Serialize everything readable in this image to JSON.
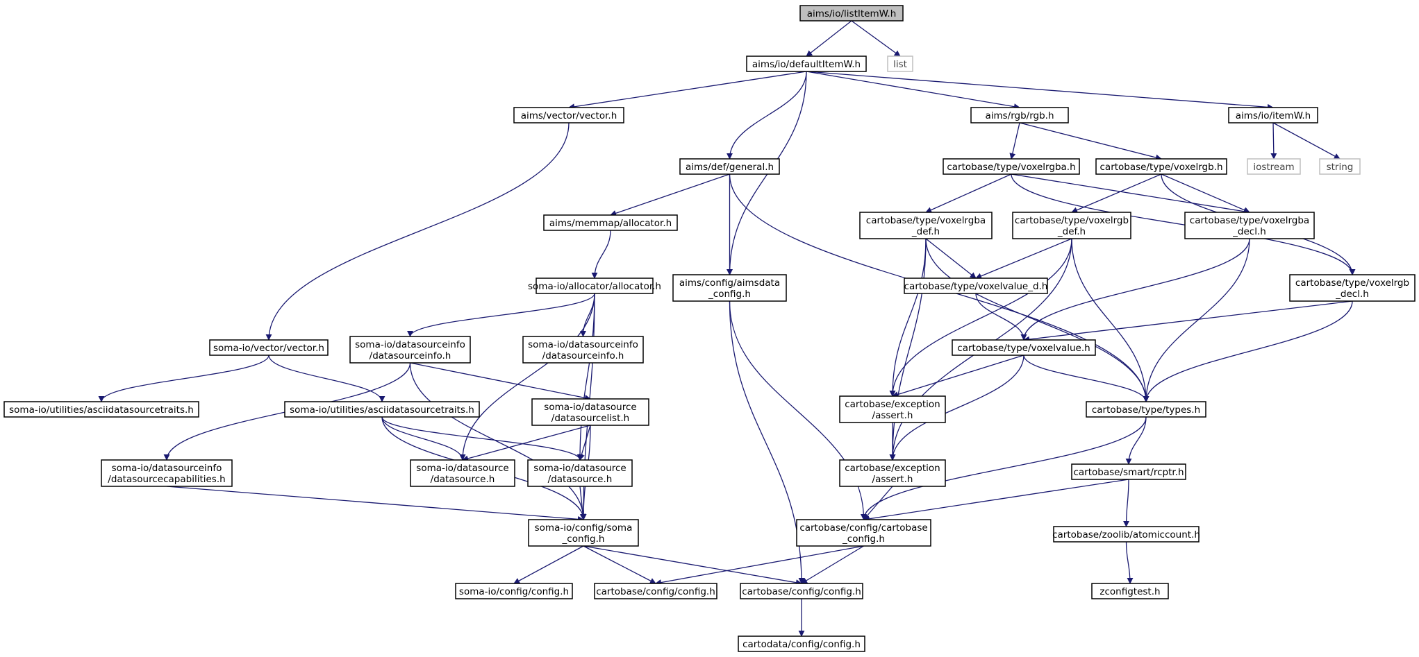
{
  "colors": {
    "edge": "#191970",
    "root_fill": "#bfbfbf",
    "node_border": "#000000",
    "external_border": "#bfbfbf",
    "background": "#ffffff"
  },
  "nodes": [
    {
      "id": "n0",
      "kind": "root",
      "lines": [
        "aims/io/listItemW.h"
      ]
    },
    {
      "id": "n1",
      "kind": "normal",
      "lines": [
        "aims/io/defaultItemW.h"
      ]
    },
    {
      "id": "n2",
      "kind": "ext",
      "lines": [
        "list"
      ]
    },
    {
      "id": "n3",
      "kind": "normal",
      "lines": [
        "aims/vector/vector.h"
      ]
    },
    {
      "id": "n4",
      "kind": "normal",
      "lines": [
        "aims/rgb/rgb.h"
      ]
    },
    {
      "id": "n5",
      "kind": "normal",
      "lines": [
        "aims/io/itemW.h"
      ]
    },
    {
      "id": "n6",
      "kind": "ext",
      "lines": [
        "iostream"
      ]
    },
    {
      "id": "n7",
      "kind": "ext",
      "lines": [
        "string"
      ]
    },
    {
      "id": "n8",
      "kind": "normal",
      "lines": [
        "aims/def/general.h"
      ]
    },
    {
      "id": "n9",
      "kind": "normal",
      "lines": [
        "cartobase/type/voxelrgba.h"
      ]
    },
    {
      "id": "n10",
      "kind": "normal",
      "lines": [
        "cartobase/type/voxelrgb.h"
      ]
    },
    {
      "id": "n11",
      "kind": "normal",
      "lines": [
        "aims/memmap/allocator.h"
      ]
    },
    {
      "id": "n12",
      "kind": "normal",
      "lines": [
        "cartobase/type/voxelrgba",
        "_def.h"
      ]
    },
    {
      "id": "n13",
      "kind": "normal",
      "lines": [
        "cartobase/type/voxelrgb",
        "_def.h"
      ]
    },
    {
      "id": "n14",
      "kind": "normal",
      "lines": [
        "cartobase/type/voxelrgba",
        "_decl.h"
      ]
    },
    {
      "id": "n15",
      "kind": "normal",
      "lines": [
        "soma-io/allocator/allocator.h"
      ]
    },
    {
      "id": "n16",
      "kind": "normal",
      "lines": [
        "aims/config/aimsdata",
        "_config.h"
      ]
    },
    {
      "id": "n17",
      "kind": "normal",
      "lines": [
        "cartobase/type/voxelvalue_d.h"
      ]
    },
    {
      "id": "n18",
      "kind": "normal",
      "lines": [
        "cartobase/type/voxelrgb",
        "_decl.h"
      ]
    },
    {
      "id": "n19",
      "kind": "normal",
      "lines": [
        "soma-io/vector/vector.h"
      ]
    },
    {
      "id": "n20",
      "kind": "normal",
      "lines": [
        "soma-io/datasourceinfo",
        "/datasourceinfo.h"
      ]
    },
    {
      "id": "n21",
      "kind": "normal",
      "lines": [
        "soma-io/datasourceinfo",
        "/datasourceinfo.h"
      ]
    },
    {
      "id": "n22",
      "kind": "normal",
      "lines": [
        "cartobase/type/voxelvalue.h"
      ]
    },
    {
      "id": "n23",
      "kind": "normal",
      "lines": [
        "soma-io/utilities/asciidatasourcetraits.h"
      ]
    },
    {
      "id": "n24",
      "kind": "normal",
      "lines": [
        "soma-io/utilities/asciidatasourcetraits.h"
      ]
    },
    {
      "id": "n25",
      "kind": "normal",
      "lines": [
        "soma-io/datasource",
        "/datasourcelist.h"
      ]
    },
    {
      "id": "n26",
      "kind": "normal",
      "lines": [
        "cartobase/exception",
        "/assert.h"
      ]
    },
    {
      "id": "n27",
      "kind": "normal",
      "lines": [
        "cartobase/type/types.h"
      ]
    },
    {
      "id": "n28",
      "kind": "normal",
      "lines": [
        "soma-io/datasourceinfo",
        "/datasourcecapabilities.h"
      ]
    },
    {
      "id": "n29",
      "kind": "normal",
      "lines": [
        "soma-io/datasource",
        "/datasource.h"
      ]
    },
    {
      "id": "n30",
      "kind": "normal",
      "lines": [
        "soma-io/datasource",
        "/datasource.h"
      ]
    },
    {
      "id": "n31",
      "kind": "normal",
      "lines": [
        "cartobase/exception",
        "/assert.h"
      ]
    },
    {
      "id": "n32",
      "kind": "normal",
      "lines": [
        "cartobase/smart/rcptr.h"
      ]
    },
    {
      "id": "n33",
      "kind": "normal",
      "lines": [
        "soma-io/config/soma",
        "_config.h"
      ]
    },
    {
      "id": "n34",
      "kind": "normal",
      "lines": [
        "cartobase/config/cartobase",
        "_config.h"
      ]
    },
    {
      "id": "n35",
      "kind": "normal",
      "lines": [
        "cartobase/zoolib/atomiccount.h"
      ]
    },
    {
      "id": "n36",
      "kind": "normal",
      "lines": [
        "soma-io/config/config.h"
      ]
    },
    {
      "id": "n37",
      "kind": "normal",
      "lines": [
        "cartobase/config/config.h"
      ]
    },
    {
      "id": "n38",
      "kind": "normal",
      "lines": [
        "cartobase/config/config.h"
      ]
    },
    {
      "id": "n39",
      "kind": "normal",
      "lines": [
        "zconfigtest.h"
      ]
    },
    {
      "id": "n40",
      "kind": "normal",
      "lines": [
        "cartodata/config/config.h"
      ]
    }
  ],
  "edges": [
    [
      "n0",
      "n1"
    ],
    [
      "n0",
      "n2"
    ],
    [
      "n1",
      "n3"
    ],
    [
      "n1",
      "n8"
    ],
    [
      "n1",
      "n16"
    ],
    [
      "n1",
      "n4"
    ],
    [
      "n1",
      "n5"
    ],
    [
      "n3",
      "n19"
    ],
    [
      "n4",
      "n9"
    ],
    [
      "n4",
      "n10"
    ],
    [
      "n5",
      "n6"
    ],
    [
      "n5",
      "n7"
    ],
    [
      "n8",
      "n11"
    ],
    [
      "n8",
      "n16"
    ],
    [
      "n8",
      "n27"
    ],
    [
      "n9",
      "n12"
    ],
    [
      "n9",
      "n14"
    ],
    [
      "n9",
      "n18"
    ],
    [
      "n10",
      "n13"
    ],
    [
      "n10",
      "n14"
    ],
    [
      "n10",
      "n18"
    ],
    [
      "n11",
      "n15"
    ],
    [
      "n12",
      "n17"
    ],
    [
      "n12",
      "n26"
    ],
    [
      "n12",
      "n31"
    ],
    [
      "n12",
      "n27"
    ],
    [
      "n13",
      "n17"
    ],
    [
      "n13",
      "n26"
    ],
    [
      "n13",
      "n31"
    ],
    [
      "n13",
      "n27"
    ],
    [
      "n14",
      "n22"
    ],
    [
      "n14",
      "n27"
    ],
    [
      "n15",
      "n20"
    ],
    [
      "n15",
      "n21"
    ],
    [
      "n15",
      "n29"
    ],
    [
      "n15",
      "n30"
    ],
    [
      "n15",
      "n33"
    ],
    [
      "n16",
      "n34"
    ],
    [
      "n16",
      "n38"
    ],
    [
      "n17",
      "n22"
    ],
    [
      "n18",
      "n22"
    ],
    [
      "n18",
      "n27"
    ],
    [
      "n19",
      "n23"
    ],
    [
      "n19",
      "n24"
    ],
    [
      "n20",
      "n28"
    ],
    [
      "n20",
      "n25"
    ],
    [
      "n20",
      "n33"
    ],
    [
      "n22",
      "n26"
    ],
    [
      "n22",
      "n31"
    ],
    [
      "n22",
      "n27"
    ],
    [
      "n24",
      "n29"
    ],
    [
      "n24",
      "n30"
    ],
    [
      "n24",
      "n33"
    ],
    [
      "n25",
      "n29"
    ],
    [
      "n25",
      "n30"
    ],
    [
      "n25",
      "n33"
    ],
    [
      "n26",
      "n31"
    ],
    [
      "n27",
      "n32"
    ],
    [
      "n27",
      "n34"
    ],
    [
      "n28",
      "n33"
    ],
    [
      "n30",
      "n33"
    ],
    [
      "n31",
      "n34"
    ],
    [
      "n32",
      "n34"
    ],
    [
      "n32",
      "n35"
    ],
    [
      "n33",
      "n36"
    ],
    [
      "n33",
      "n37"
    ],
    [
      "n33",
      "n38"
    ],
    [
      "n34",
      "n37"
    ],
    [
      "n34",
      "n38"
    ],
    [
      "n35",
      "n39"
    ],
    [
      "n38",
      "n40"
    ]
  ]
}
